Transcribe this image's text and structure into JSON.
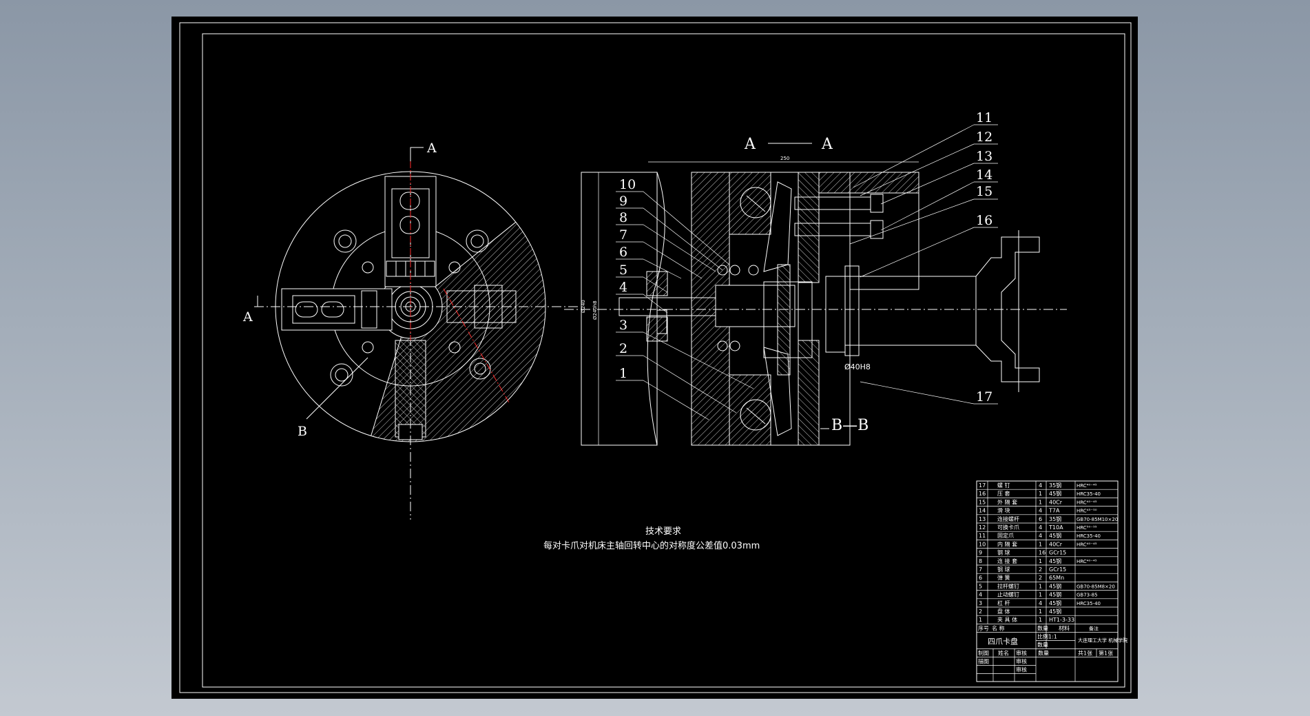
{
  "section_labels": {
    "a_left": "A",
    "a_top": "A",
    "b_left": "B",
    "aa_view_left": "A",
    "aa_view_right": "A",
    "bb_view": "B—B"
  },
  "part_numbers": [
    "1",
    "2",
    "3",
    "4",
    "5",
    "6",
    "7",
    "8",
    "9",
    "10",
    "11",
    "12",
    "13",
    "14",
    "15",
    "16",
    "17"
  ],
  "dimensions": {
    "top_width": "250",
    "left_dia": "Ø240h8",
    "shaft": "Ø40",
    "bore_note": "Ø40H8"
  },
  "technical_requirements": {
    "title": "技术要求",
    "text": "每对卡爪对机床主轴回转中心的对称度公差值0.03mm"
  },
  "parts_list": [
    {
      "no": "17",
      "name": "螺 钉",
      "qty": "4",
      "mat": "35钢",
      "note": "HRC⁴⁰⁻⁴⁵"
    },
    {
      "no": "16",
      "name": "压 套",
      "qty": "1",
      "mat": "45钢",
      "note": "HRC35-40"
    },
    {
      "no": "15",
      "name": "外 隔 套",
      "qty": "1",
      "mat": "40Cr",
      "note": "HRC⁴⁰⁻⁴⁵"
    },
    {
      "no": "14",
      "name": "滑 块",
      "qty": "4",
      "mat": "T7A",
      "note": "HRC⁴⁵⁻⁵⁰"
    },
    {
      "no": "13",
      "name": "连接螺杆",
      "qty": "6",
      "mat": "35钢",
      "note": "GB70-85M10×20"
    },
    {
      "no": "12",
      "name": "可换卡爪",
      "qty": "4",
      "mat": "T10A",
      "note": "HRC⁵⁰⁻⁵⁵"
    },
    {
      "no": "11",
      "name": "固定爪",
      "qty": "4",
      "mat": "45钢",
      "note": "HRC35-40"
    },
    {
      "no": "10",
      "name": "内 隔 套",
      "qty": "1",
      "mat": "40Cr",
      "note": "HRC⁴⁰⁻⁴⁵"
    },
    {
      "no": "9",
      "name": "钢 球",
      "qty": "16",
      "mat": "GCr15",
      "note": ""
    },
    {
      "no": "8",
      "name": "连 接 套",
      "qty": "1",
      "mat": "45钢",
      "note": "HRC⁴⁰⁻⁴⁵"
    },
    {
      "no": "7",
      "name": "钢 球",
      "qty": "2",
      "mat": "GCr15",
      "note": ""
    },
    {
      "no": "6",
      "name": "弹 簧",
      "qty": "2",
      "mat": "65Mn",
      "note": ""
    },
    {
      "no": "5",
      "name": "拉杆螺钉",
      "qty": "1",
      "mat": "45钢",
      "note": "GB70-85M8×20"
    },
    {
      "no": "4",
      "name": "止动螺钉",
      "qty": "1",
      "mat": "45钢",
      "note": "GB73-85"
    },
    {
      "no": "3",
      "name": "杠 杆",
      "qty": "4",
      "mat": "45钢",
      "note": "HRC35-40"
    },
    {
      "no": "2",
      "name": "盘 体",
      "qty": "1",
      "mat": "45钢",
      "note": ""
    },
    {
      "no": "1",
      "name": "夹 具 体",
      "qty": "1",
      "mat": "HT1-3-33",
      "note": ""
    }
  ],
  "parts_header": {
    "no": "序号",
    "name": "名 称",
    "qty": "数量",
    "mat": "材料",
    "note": "备注"
  },
  "title_block": {
    "drawing_name": "四爪卡盘",
    "scale_label": "比例",
    "scale": "1:1",
    "qty_label": "数量",
    "designer": "制图",
    "checker": "审核",
    "approver": "审核",
    "drawn": "描图",
    "sheet_total": "共1张",
    "sheet_no": "第1张",
    "org": "大连理工大学 机械学院",
    "name_label": "姓名",
    "rev_label": "审核"
  }
}
